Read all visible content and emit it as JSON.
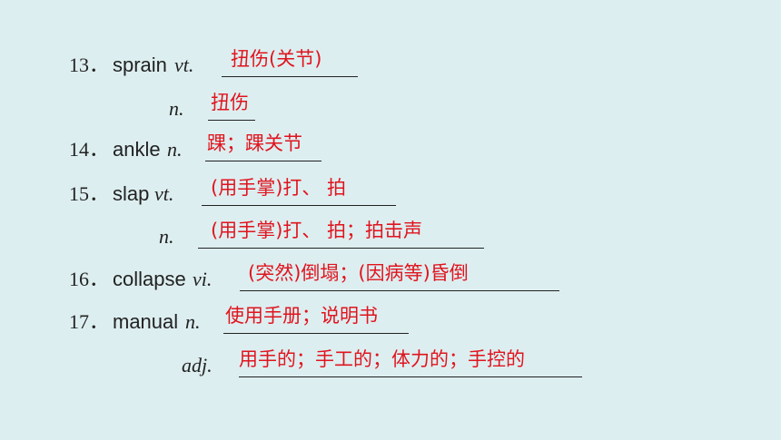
{
  "items": [
    {
      "number": "13．",
      "word": "sprain",
      "pos": "vt.",
      "answer": "扭伤(关节)"
    },
    {
      "number": "",
      "word": "",
      "pos": "n.",
      "answer": "扭伤"
    },
    {
      "number": "14．",
      "word": "ankle",
      "pos": "n.",
      "answer": "踝；踝关节"
    },
    {
      "number": "15．",
      "word": "slap",
      "pos": "vt.",
      "answer": "(用手掌)打、 拍"
    },
    {
      "number": "",
      "word": "",
      "pos": "n.",
      "answer": "(用手掌)打、 拍；拍击声"
    },
    {
      "number": "16．",
      "word": "collapse",
      "pos": "vi.",
      "answer": "(突然)倒塌；(因病等)昏倒"
    },
    {
      "number": "17．",
      "word": "manual",
      "pos": "n.",
      "answer": "使用手册；说明书"
    },
    {
      "number": "",
      "word": "",
      "pos": "adj.",
      "answer": "用手的；手工的；体力的；手控的"
    }
  ]
}
